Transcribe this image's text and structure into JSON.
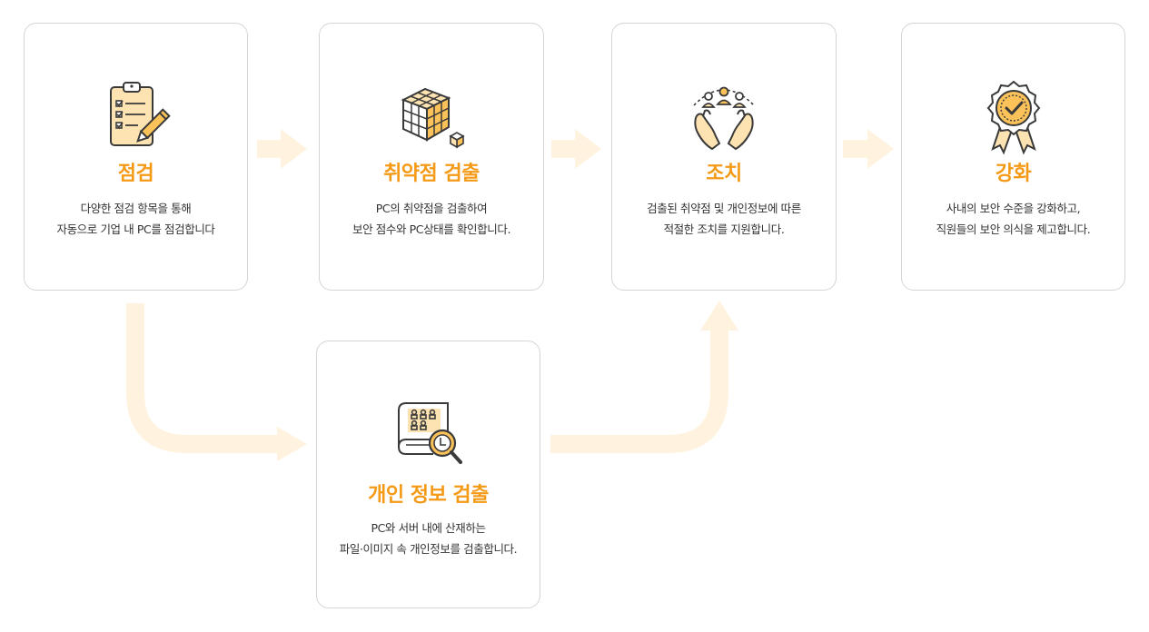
{
  "steps": {
    "inspect": {
      "title": "점검",
      "desc": [
        "다양한 점검 항목을 통해",
        "자동으로 기업 내 PC를 점검합니다"
      ],
      "icon": "checklist-pencil-icon"
    },
    "vuln": {
      "title": "취약점 검출",
      "desc": [
        "PC의 취약점을 검출하여",
        "보안 점수와 PC상태를 확인합니다."
      ],
      "icon": "cube-grid-icon"
    },
    "action": {
      "title": "조치",
      "desc": [
        "검출된 취약점 및 개인정보에 따른",
        "적절한 조치를 지원합니다."
      ],
      "icon": "hands-people-icon"
    },
    "harden": {
      "title": "강화",
      "desc": [
        "사내의 보안 수준을 강화하고,",
        "직원들의 보안 의식을 제고합니다."
      ],
      "icon": "award-badge-icon"
    },
    "privacy": {
      "title": "개인 정보 검출",
      "desc": [
        "PC와 서버 내에 산재하는",
        "파일·이미지 속 개인정보를 검출합니다."
      ],
      "icon": "document-magnifier-icon"
    }
  },
  "colors": {
    "accent": "#f59a16",
    "arrow": "#fff3df",
    "icon_fill": "#fbc25a",
    "line": "#3a3a3a",
    "border": "#d5d5d5",
    "text": "#333333"
  }
}
